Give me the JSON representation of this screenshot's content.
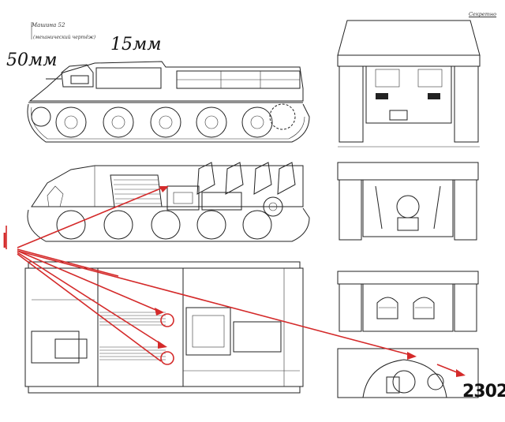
{
  "annotations": {
    "armor_front": "50мм",
    "armor_side": "15мм",
    "sheet_number": "2302",
    "marker": "I"
  },
  "captions": {
    "title": "Машина 52",
    "subtitle": "(механический чертёж)",
    "stamp": "Секретно"
  },
  "colors": {
    "ink": "#222222",
    "annotation_red": "#d42a2a",
    "paper": "#ffffff"
  }
}
